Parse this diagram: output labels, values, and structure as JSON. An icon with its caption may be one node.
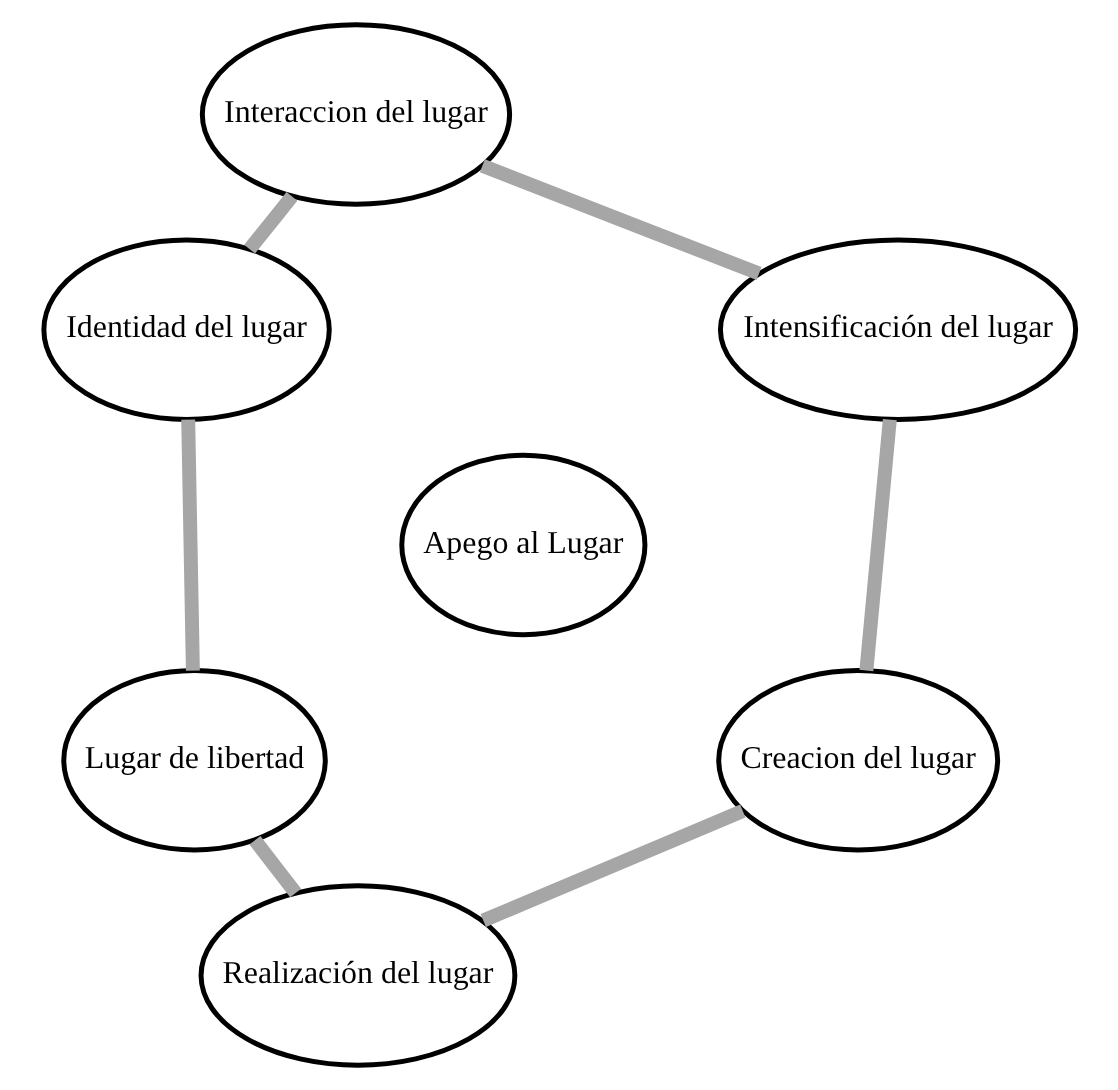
{
  "diagram": {
    "nodes": [
      {
        "text": [
          "Interaccion del lugar"
        ]
      },
      {
        "text": [
          "Identidad del lugar"
        ]
      },
      {
        "text": [
          "Lugar de libertad"
        ]
      },
      {
        "text": [
          "Realización del lugar"
        ]
      },
      {
        "text": [
          "Creacion del lugar"
        ]
      },
      {
        "text": [
          "Intensificación del lugar"
        ]
      },
      {
        "text": [
          "Apego al Lugar"
        ]
      }
    ],
    "edges": [
      {
        "from": 0,
        "to": 1,
        "arrow": "none"
      },
      {
        "from": 1,
        "to": 2,
        "arrow": "none"
      },
      {
        "from": 2,
        "to": 3,
        "arrow": "none"
      },
      {
        "from": 3,
        "to": 4,
        "arrow": "none"
      },
      {
        "from": 4,
        "to": 5,
        "arrow": "none"
      },
      {
        "from": 5,
        "to": 0,
        "arrow": "none"
      }
    ]
  }
}
